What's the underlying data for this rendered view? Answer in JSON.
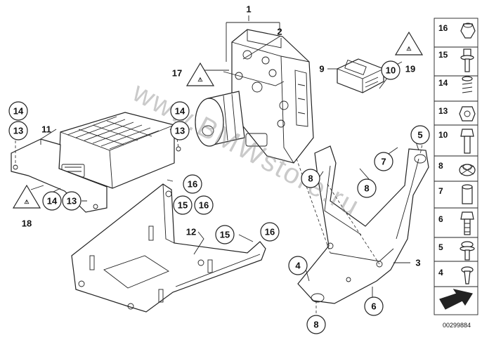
{
  "diagram": {
    "watermark": "www.BMWstore.ru",
    "drawing_code": "00299884",
    "callouts": [
      "1",
      "2",
      "3",
      "4",
      "5",
      "6",
      "7",
      "8",
      "9",
      "10",
      "11",
      "12",
      "13",
      "14",
      "15",
      "16",
      "17",
      "18",
      "19"
    ],
    "circled_callouts": [
      "4",
      "5",
      "6",
      "7",
      "8",
      "10",
      "13",
      "14",
      "15",
      "16"
    ],
    "warning_symbol": "⚠",
    "parts_sidebar": [
      "16",
      "15",
      "14",
      "13",
      "10",
      "8",
      "7",
      "6",
      "5",
      "4"
    ]
  }
}
